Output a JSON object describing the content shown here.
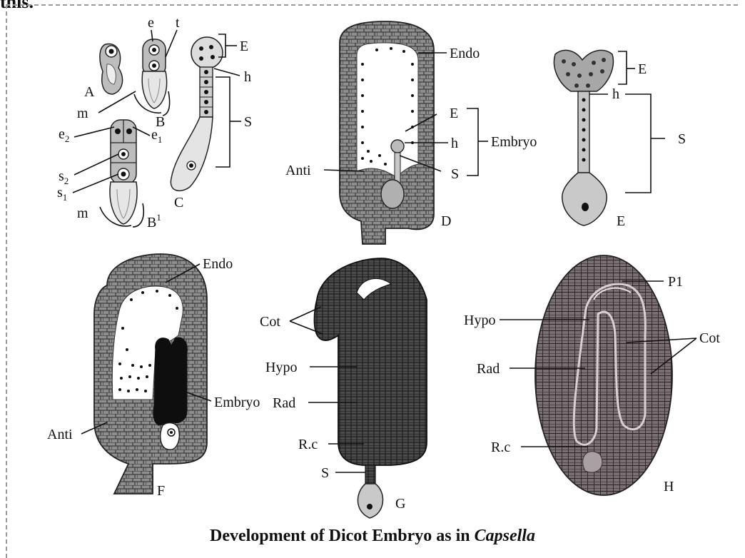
{
  "top_fragment": "this.",
  "caption": {
    "main": "Development of Dicot Embryo as in ",
    "italic": "Capsella"
  },
  "labels": {
    "A": {
      "stage": "A",
      "m": "m"
    },
    "B": {
      "stage": "B",
      "e": "e",
      "t": "t"
    },
    "B1": {
      "stage": "B",
      "stage_sup": "1",
      "e2": "e",
      "e2_sub": "2",
      "e1": "e",
      "e1_sub": "1",
      "s2": "s",
      "s2_sub": "2",
      "s1": "s",
      "s1_sub": "1",
      "m": "m"
    },
    "C": {
      "stage": "C",
      "E": "E",
      "h": "h",
      "S": "S"
    },
    "D": {
      "stage": "D",
      "Endo": "Endo",
      "E": "E",
      "h": "h",
      "S": "S",
      "Embryo": "Embryo",
      "Anti": "Anti"
    },
    "Eview": {
      "stage": "E",
      "E": "E",
      "h": "h",
      "S": "S"
    },
    "F": {
      "stage": "F",
      "Endo": "Endo",
      "Embryo": "Embryo",
      "Anti": "Anti"
    },
    "G": {
      "stage": "G",
      "Cot": "Cot",
      "Hypo": "Hypo",
      "Rad": "Rad",
      "Rc": "R.c",
      "S": "S"
    },
    "H": {
      "stage": "H",
      "Pl": "P1",
      "Hypo": "Hypo",
      "Cot": "Cot",
      "Rad": "Rad",
      "Rc": "R.c"
    }
  }
}
